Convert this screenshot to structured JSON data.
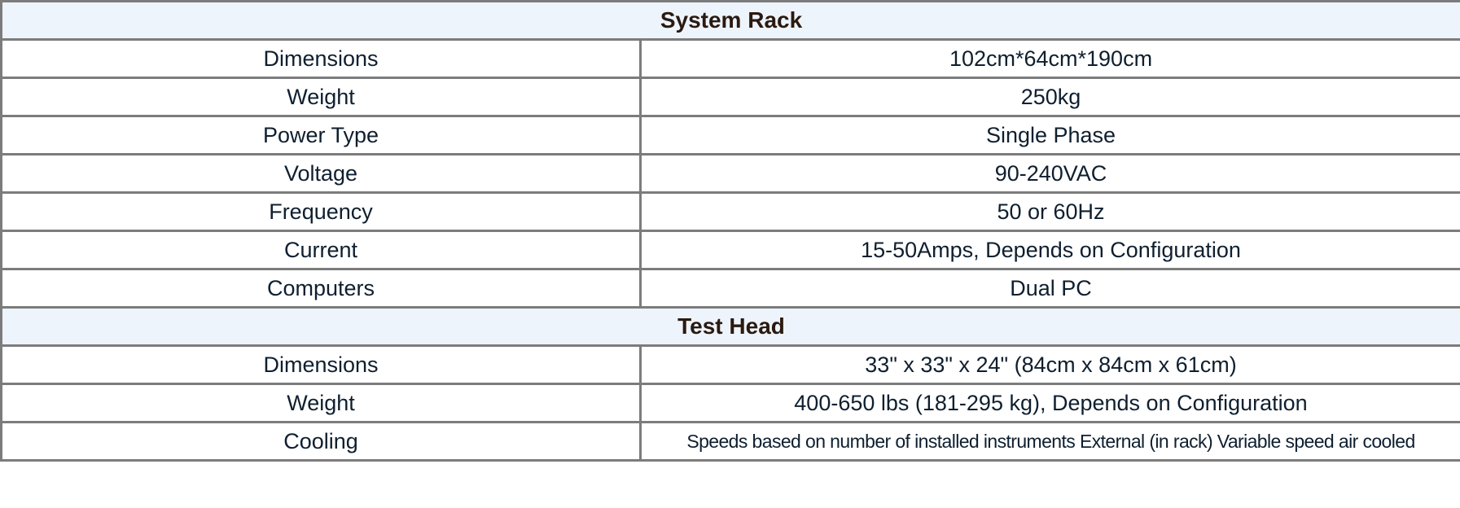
{
  "sections": [
    {
      "title": "System Rack",
      "rows": [
        {
          "label": "Dimensions",
          "value": "102cm*64cm*190cm"
        },
        {
          "label": "Weight",
          "value": "250kg"
        },
        {
          "label": "Power Type",
          "value": "Single Phase"
        },
        {
          "label": "Voltage",
          "value": "90-240VAC"
        },
        {
          "label": "Frequency",
          "value": "50 or 60Hz"
        },
        {
          "label": "Current",
          "value": "15-50Amps, Depends on Configuration"
        },
        {
          "label": "Computers",
          "value": "Dual PC"
        }
      ]
    },
    {
      "title": "Test Head",
      "rows": [
        {
          "label": "Dimensions",
          "value": "33\" x 33\" x 24\" (84cm x 84cm x 61cm)"
        },
        {
          "label": "Weight",
          "value": "400-650 lbs (181-295 kg), Depends on Configuration"
        },
        {
          "label": "Cooling",
          "value": "Speeds based on number of installed instruments External (in rack) Variable speed air cooled"
        }
      ]
    }
  ],
  "colors": {
    "border": "#7c7c7c",
    "section_background": "#eef4fc",
    "text": "#0f1f2f",
    "section_text": "#2a1a10"
  }
}
